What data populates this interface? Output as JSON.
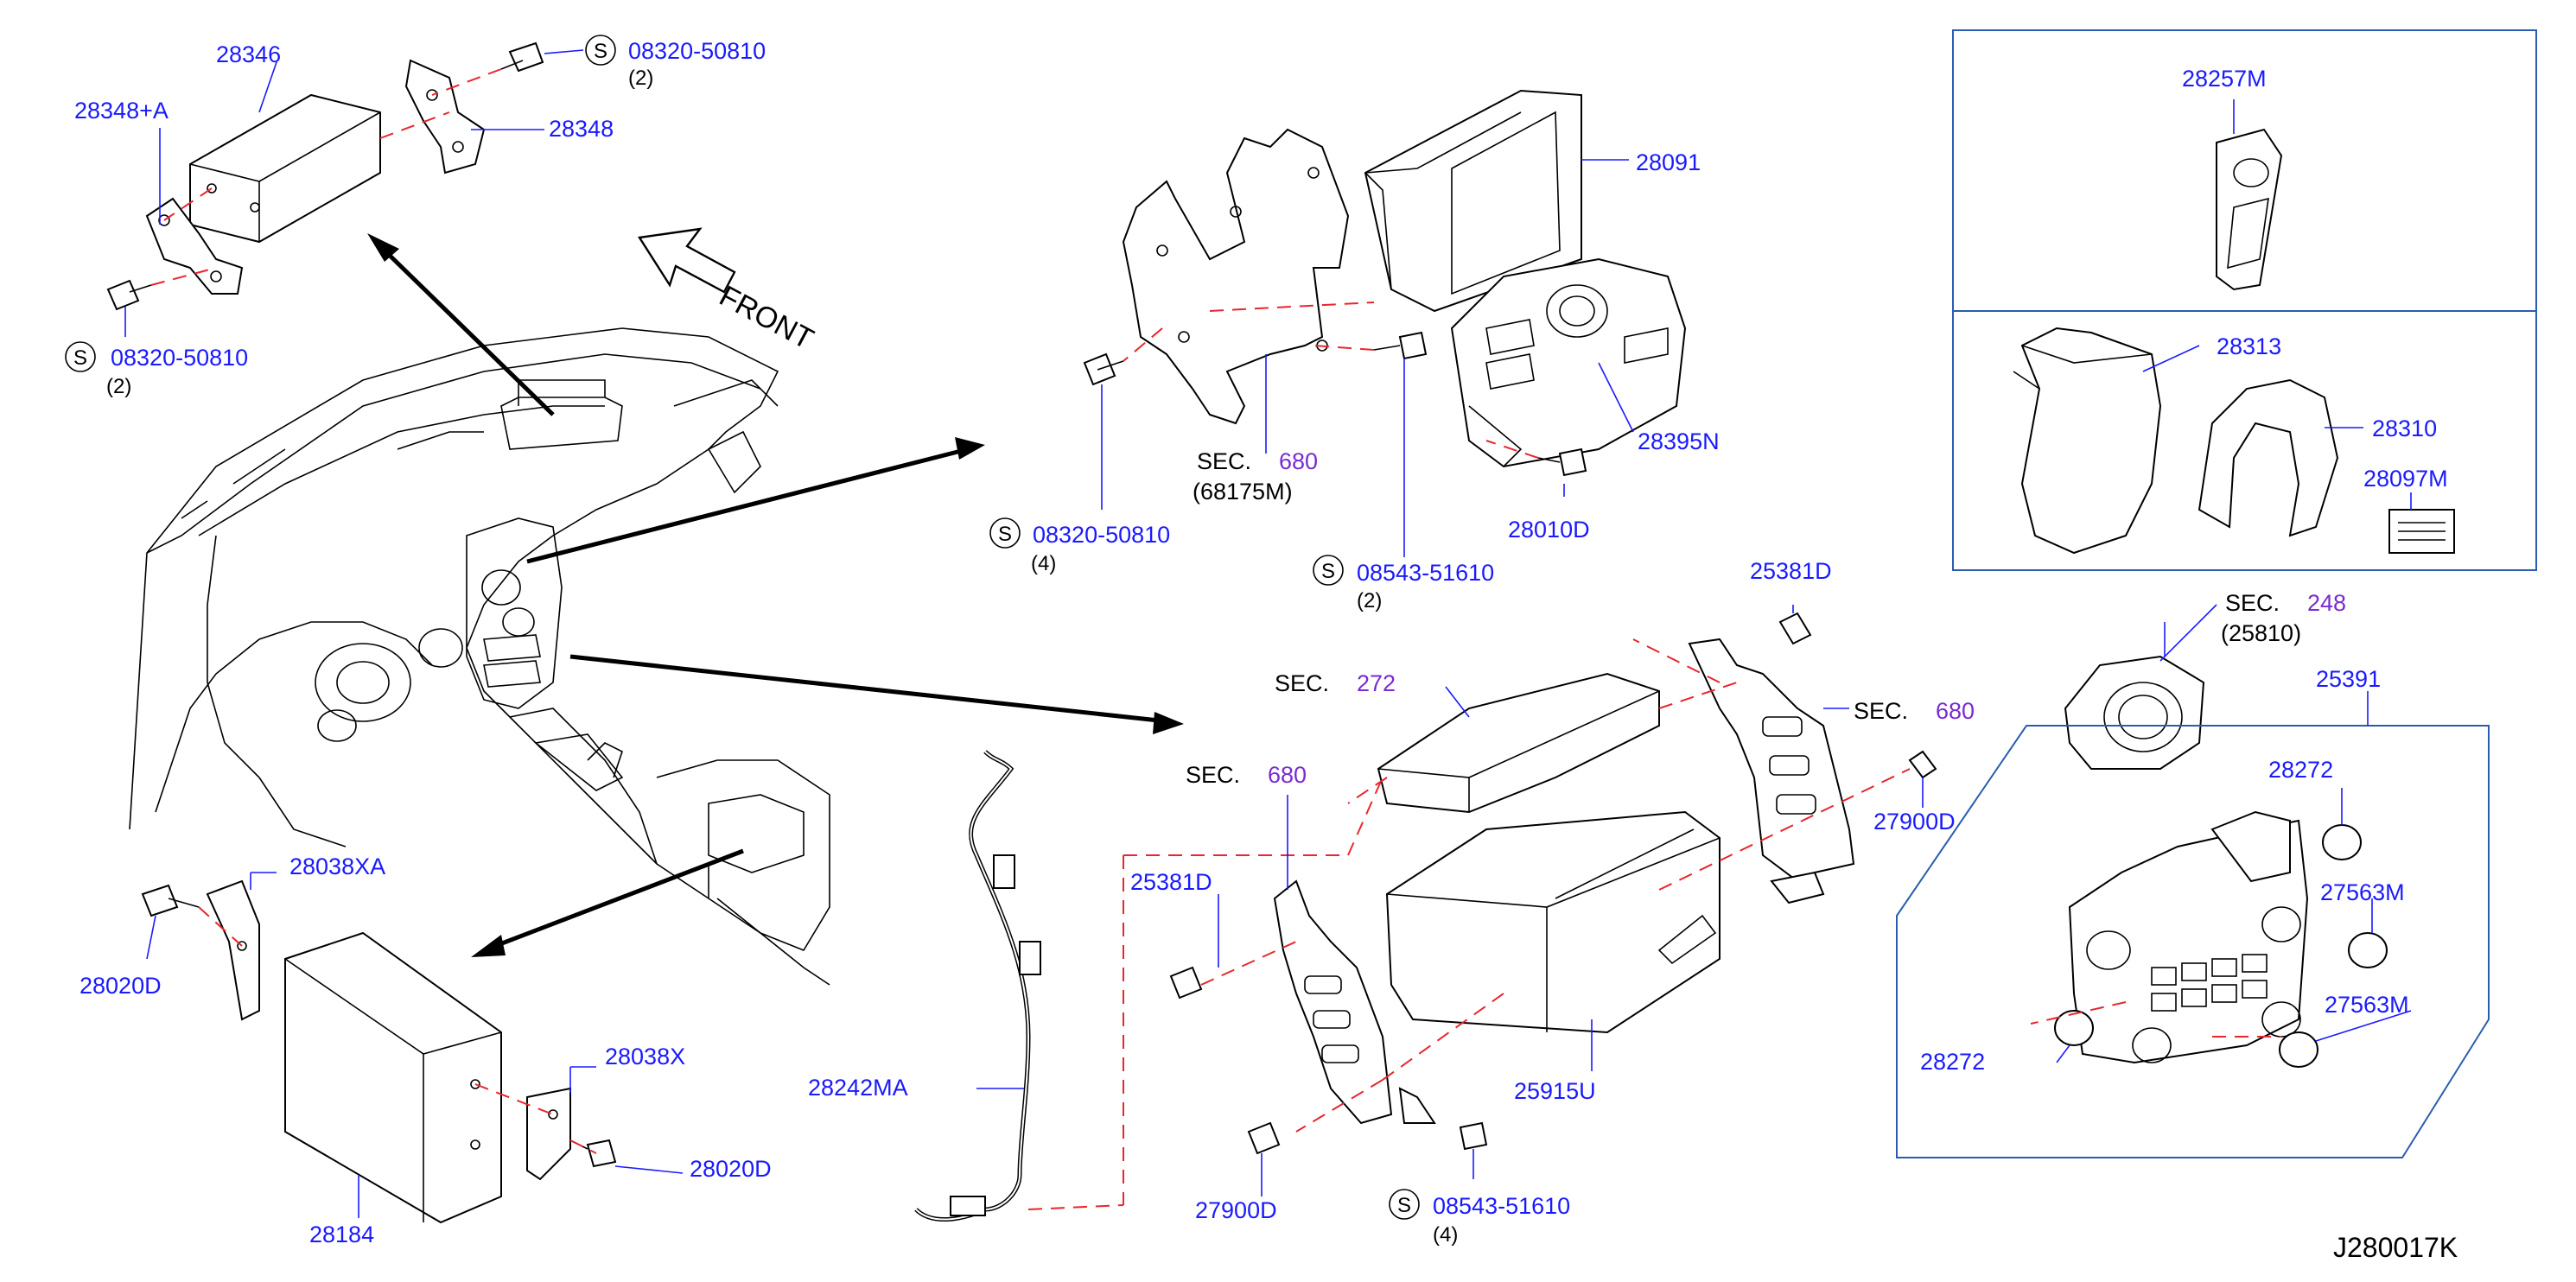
{
  "diagram_id": "J280017K",
  "front_label": "FRONT",
  "sec_label": "SEC.",
  "parts": {
    "p28346": "28346",
    "p28348A": "28348+A",
    "p28348": "28348",
    "p28091": "28091",
    "p28395N": "28395N",
    "p28010D": "28010D",
    "p28257M": "28257M",
    "p28313": "28313",
    "p28310": "28310",
    "p28097M": "28097M",
    "p25381D_a": "25381D",
    "p25381D_b": "25381D",
    "p27900D_a": "27900D",
    "p27900D_b": "27900D",
    "p25391": "25391",
    "p28272_a": "28272",
    "p28272_b": "28272",
    "p27563M_a": "27563M",
    "p27563M_b": "27563M",
    "p28038XA": "28038XA",
    "p28038X": "28038X",
    "p28020D_a": "28020D",
    "p28020D_b": "28020D",
    "p28184": "28184",
    "p28242MA": "28242MA",
    "p25915U": "25915U"
  },
  "screws": {
    "s1": {
      "symbol": "S",
      "code": "08320-50810",
      "qty": "(2)"
    },
    "s2": {
      "symbol": "S",
      "code": "08320-50810",
      "qty": "(2)"
    },
    "s3": {
      "symbol": "S",
      "code": "08320-50810",
      "qty": "(4)"
    },
    "s4": {
      "symbol": "S",
      "code": "08543-51610",
      "qty": "(2)"
    },
    "s5": {
      "symbol": "S",
      "code": "08543-51610",
      "qty": "(4)"
    }
  },
  "sections": {
    "sec680a": {
      "num": "680",
      "sub": "(68175M)"
    },
    "sec248": {
      "num": "248",
      "sub": "(25810)"
    },
    "sec272": {
      "num": "272"
    },
    "sec680b": {
      "num": "680"
    },
    "sec680c": {
      "num": "680"
    }
  },
  "colors": {
    "label": "#1a1aff",
    "section_number": "#7a2bd1",
    "dashed_line": "#e8262d",
    "frame": "#2a5db0"
  }
}
